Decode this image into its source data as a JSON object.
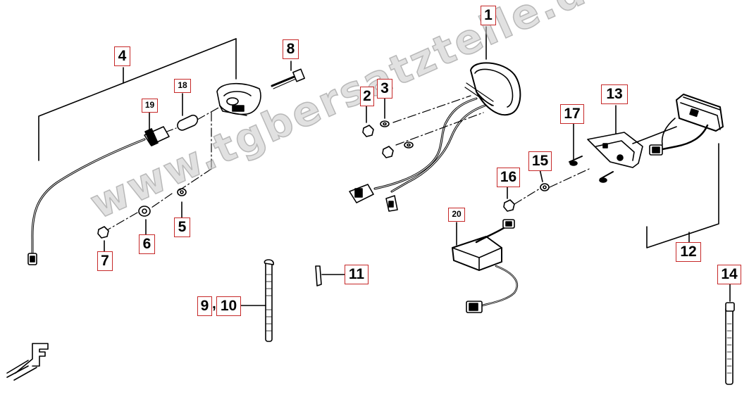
{
  "watermark": "www.tgbersatzteile.de",
  "callouts": {
    "c1": "1",
    "c2": "2",
    "c3": "3",
    "c4": "4",
    "c5": "5",
    "c6": "6",
    "c7": "7",
    "c8": "8",
    "c9": "9",
    "c10": "10",
    "c11": "11",
    "c12": "12",
    "c13": "13",
    "c14": "14",
    "c15": "15",
    "c16": "16",
    "c17": "17",
    "c18": "18",
    "c19": "19",
    "c20": "20"
  },
  "callout_color": "#c62828"
}
